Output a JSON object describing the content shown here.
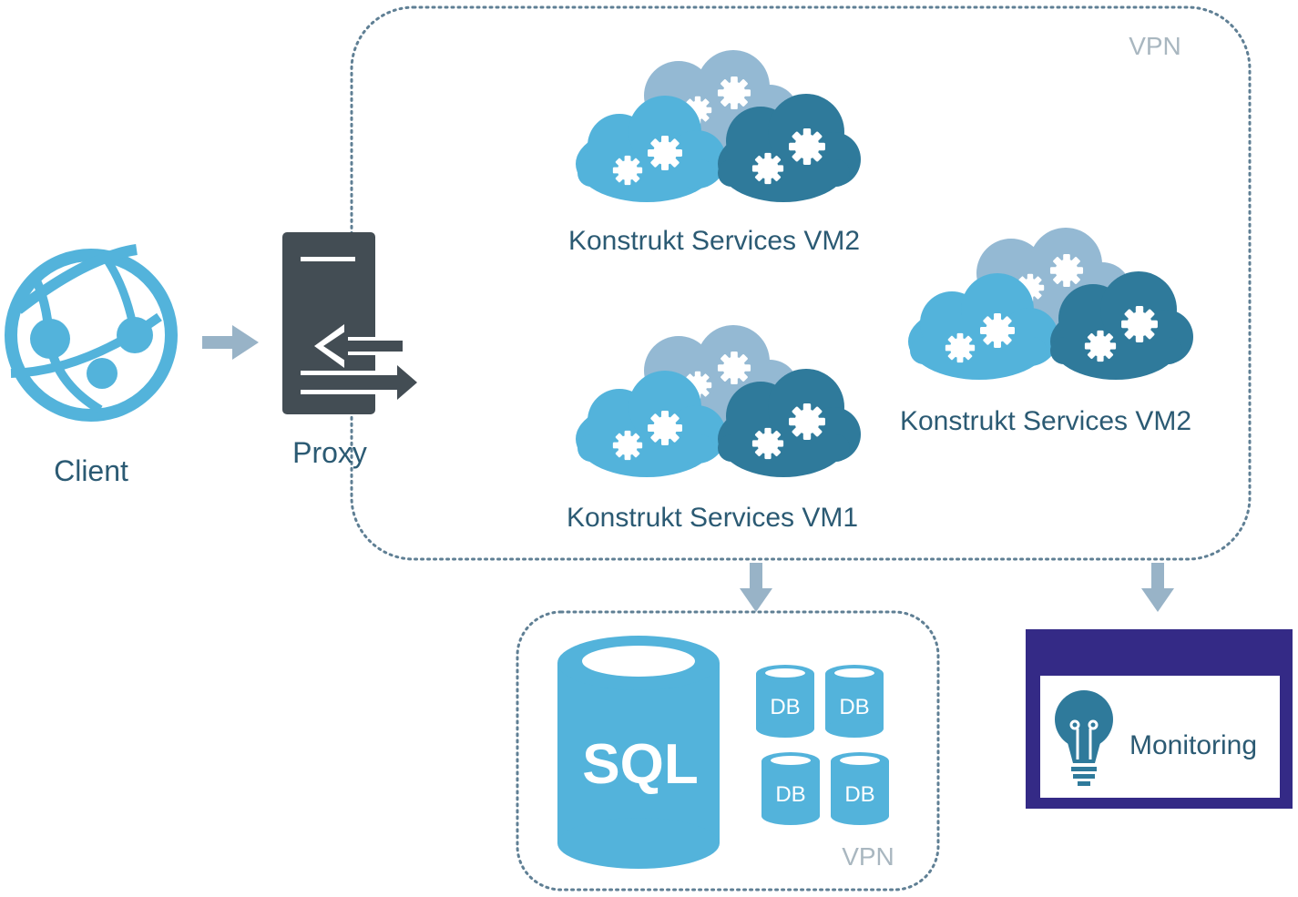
{
  "client": {
    "label": "Client",
    "icon": "web-app-globe-icon"
  },
  "proxy": {
    "label": "Proxy",
    "icon": "proxy-server-icon"
  },
  "vpn_main": {
    "label": "VPN"
  },
  "services": [
    {
      "id": "vm2-top",
      "label": "Konstrukt Services VM2",
      "icon": "cloud-gears-icon"
    },
    {
      "id": "vm2-right",
      "label": "Konstrukt Services VM2",
      "icon": "cloud-gears-icon"
    },
    {
      "id": "vm1",
      "label": "Konstrukt Services VM1",
      "icon": "cloud-gears-icon"
    }
  ],
  "database": {
    "vpn_label": "VPN",
    "sql_label": "SQL",
    "db_labels": [
      "DB",
      "DB",
      "DB",
      "DB"
    ]
  },
  "monitoring": {
    "label": "Monitoring",
    "icon": "lightbulb-icon"
  },
  "colors": {
    "light_blue": "#53b3db",
    "mid_blue": "#3f9ec7",
    "pale_blue": "#94b9d3",
    "dark_teal": "#2f7a9b",
    "proxy_dark": "#434d54",
    "arrow_gray": "#98b3c7",
    "dotted_border": "#5f7f94",
    "text_dark": "#2b5a73",
    "vpn_text": "#a9b7c0",
    "monitor_purple": "#342a86"
  }
}
